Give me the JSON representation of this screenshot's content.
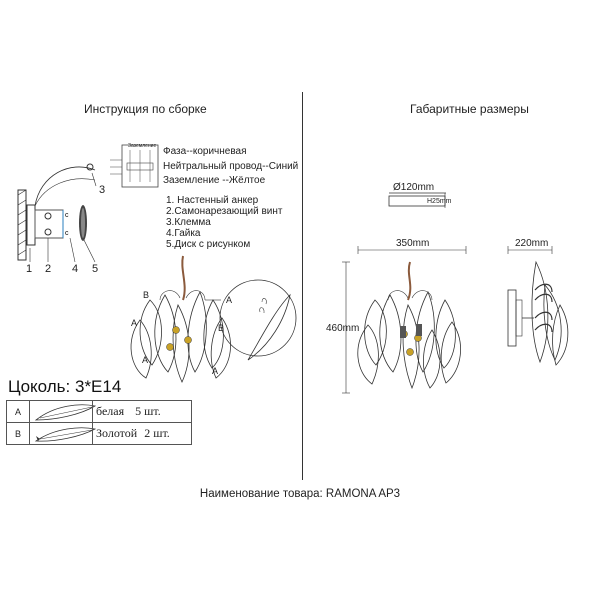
{
  "headers": {
    "left": "Инструкция по сборке",
    "right": "Габаритные размеры"
  },
  "wiring": {
    "box_label": "Заземление",
    "lines": [
      "Фаза--коричневая",
      "Нейтральный провод--Синий",
      "Заземление --Жёлтое"
    ]
  },
  "parts": {
    "items": [
      "1. Настенный анкер",
      "2.Самонарезающий винт",
      "3.Клемма",
      "4.Гайка",
      "5.Диск с рисунком"
    ],
    "callouts": [
      "1",
      "2",
      "3",
      "4",
      "5"
    ]
  },
  "leaf_labels": {
    "a": "A",
    "b": "B"
  },
  "socket": {
    "label": "Цоколь:",
    "value": "3*E14"
  },
  "leaf_table": {
    "rows": [
      {
        "letter": "A",
        "name": "белая",
        "qty": "5",
        "unit": "шт."
      },
      {
        "letter": "B",
        "name": "Золотой",
        "qty": "2",
        "unit": "шт."
      }
    ]
  },
  "dimensions": {
    "diameter": "Ø120mm",
    "height_plate": "H25mm",
    "width": "350mm",
    "depth": "220mm",
    "height": "460mm"
  },
  "product": {
    "title": "Наименование товара: RAMONA AP3"
  },
  "colors": {
    "line": "#333333",
    "wire": "#8b5a3c",
    "bulb": "#c9a227"
  }
}
